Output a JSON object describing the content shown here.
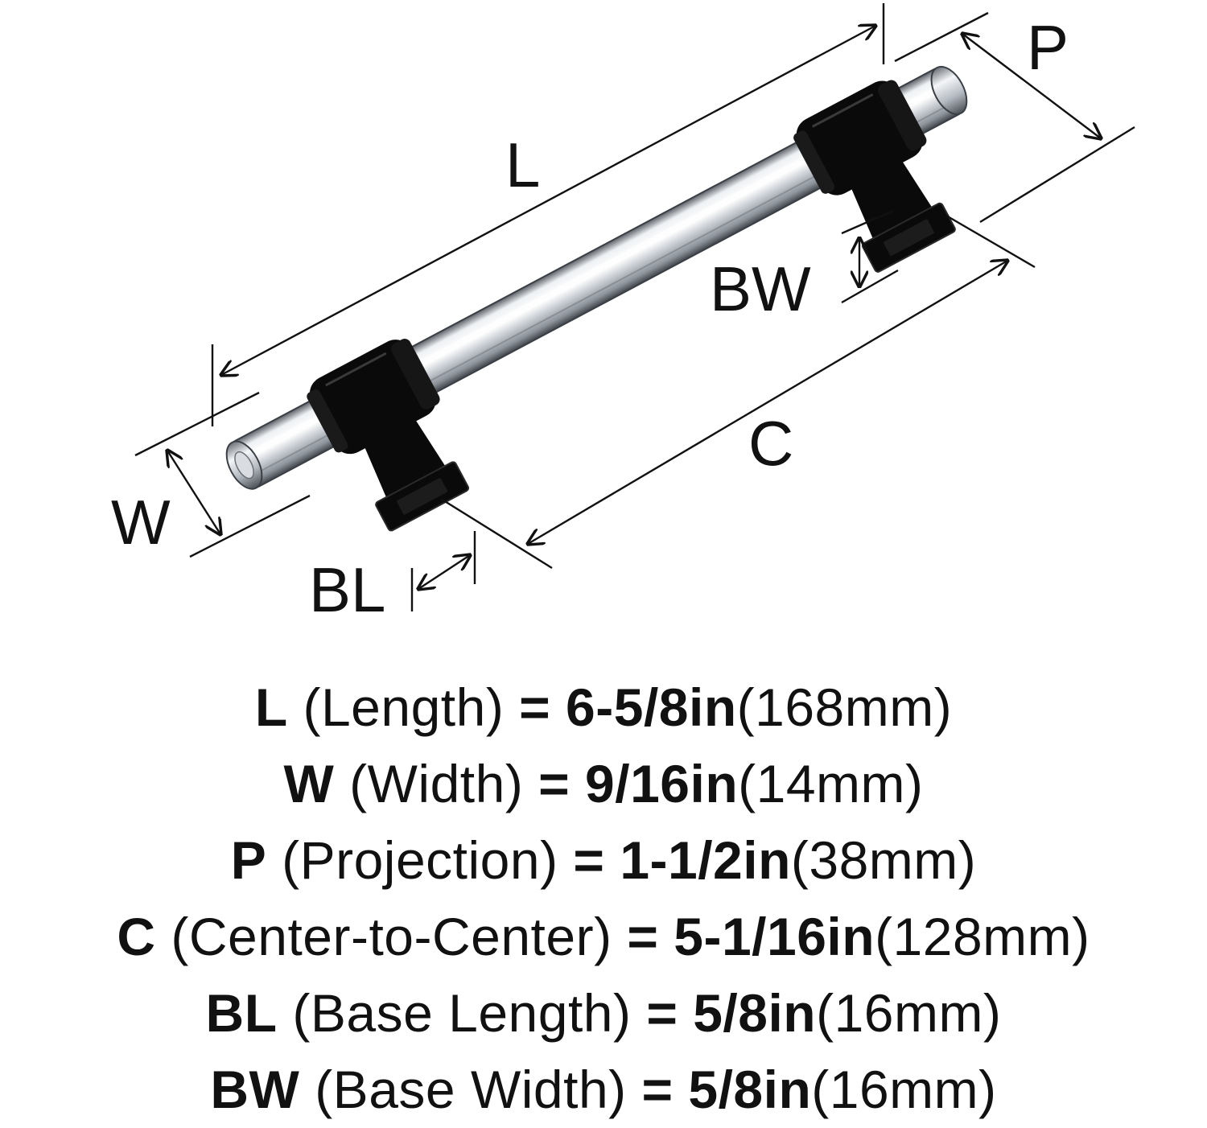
{
  "diagram": {
    "colors": {
      "line": "#111111",
      "base": "#0a0a0a",
      "tube_light": "#f4f6f8",
      "tube_mid": "#c9ced4",
      "tube_dark": "#5a5f66"
    },
    "labels": {
      "L": "L",
      "W": "W",
      "P": "P",
      "C": "C",
      "BL": "BL",
      "BW": "BW"
    }
  },
  "specs": [
    {
      "abbr": "L",
      "name": "(Length)",
      "eq": "=",
      "inch": "6-5/8in",
      "mm": "(168mm)"
    },
    {
      "abbr": "W",
      "name": "(Width)",
      "eq": "=",
      "inch": "9/16in",
      "mm": "(14mm)"
    },
    {
      "abbr": "P",
      "name": "(Projection)",
      "eq": "=",
      "inch": "1-1/2in",
      "mm": "(38mm)"
    },
    {
      "abbr": "C",
      "name": "(Center-to-Center)",
      "eq": "=",
      "inch": "5-1/16in",
      "mm": "(128mm)"
    },
    {
      "abbr": "BL",
      "name": "(Base Length)",
      "eq": "=",
      "inch": "5/8in",
      "mm": "(16mm)"
    },
    {
      "abbr": "BW",
      "name": "(Base Width)",
      "eq": "=",
      "inch": "5/8in",
      "mm": "(16mm)"
    }
  ]
}
